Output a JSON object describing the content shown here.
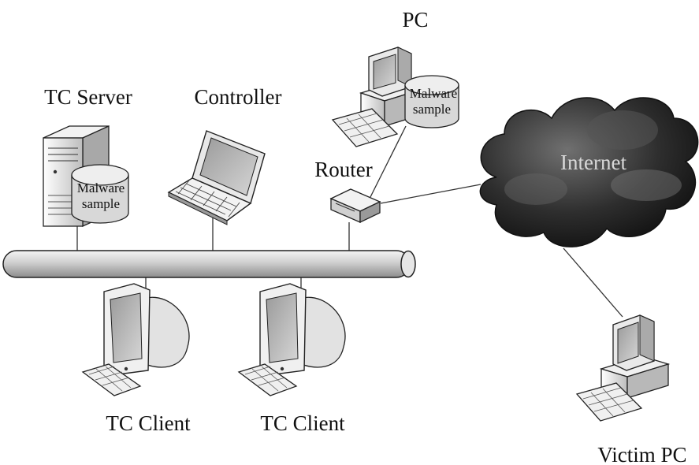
{
  "labels": {
    "tc_server": "TC Server",
    "controller": "Controller",
    "pc": "PC",
    "router": "Router",
    "internet": "Internet",
    "tc_client_1": "TC Client",
    "tc_client_2": "TC Client",
    "victim_pc": "Victim PC"
  },
  "malware_server": {
    "line1": "Malware",
    "line2": "sample"
  },
  "malware_pc": {
    "line1": "Malware",
    "line2": "sample"
  },
  "icons": {
    "server": "server-icon",
    "laptop": "laptop-icon",
    "pc": "desktop-pc-icon",
    "router": "router-icon",
    "cloud": "cloud-icon",
    "client": "crt-monitor-icon",
    "database": "database-cylinder-icon"
  }
}
